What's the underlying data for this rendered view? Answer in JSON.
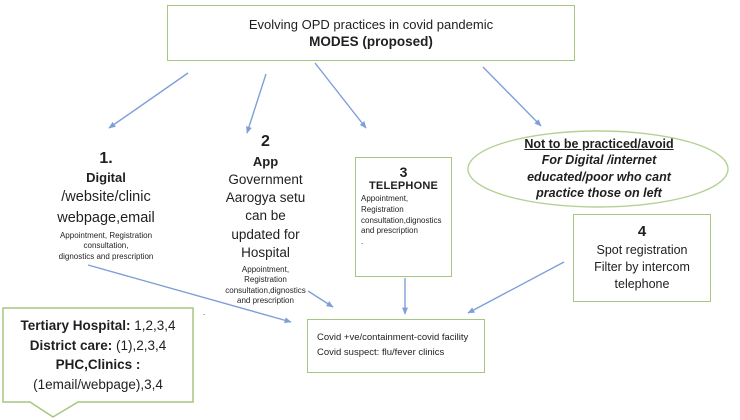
{
  "colors": {
    "green_border": "#a6c77f",
    "arrow_blue": "#7f9fd8",
    "text_dark": "#1f1f1f"
  },
  "title_box": {
    "line1": "Evolving OPD practices in covid pandemic",
    "line2": "MODES (proposed)"
  },
  "nodes": {
    "digital": {
      "number": "1.",
      "heading": "Digital",
      "body_lines": [
        "/website/clinic",
        "webpage,email"
      ],
      "detail_lines": [
        "Appointment, Registration",
        "consultation,",
        "dignostics and prescription"
      ]
    },
    "app": {
      "number": "2",
      "heading": "App",
      "body_lines": [
        "Government",
        "Aarogya setu",
        "can be",
        "updated for",
        "Hospital"
      ],
      "detail_lines": [
        "Appointment,",
        "Registration",
        "consultation,dignostics",
        "and prescription"
      ],
      "trailing_dot": "."
    },
    "telephone": {
      "number": "3",
      "heading": "TELEPHONE",
      "detail_lines": [
        "Appointment,",
        "Registration",
        "consultation,dignostics",
        "and prescription"
      ],
      "trailing_dot": "."
    },
    "spot": {
      "number": "4",
      "body_lines": [
        "Spot registration",
        "Filter by intercom",
        "telephone"
      ]
    }
  },
  "ellipse": {
    "heading": "Not to be practiced/avoid",
    "body_lines": [
      "For Digital /internet",
      "educated/poor who cant",
      "practice those on left"
    ]
  },
  "callout": {
    "lines": [
      {
        "bold": "Tertiary Hospital:",
        "rest": " 1,2,3,4"
      },
      {
        "bold": "District care:",
        "rest": " (1),2,3,4"
      },
      {
        "bold": "PHC,Clinics :",
        "rest": ""
      },
      {
        "bold": "",
        "rest": "(1email/webpage),3,4"
      }
    ]
  },
  "covid_box": {
    "lines": [
      "Covid +ve/containment-covid facility",
      "Covid suspect: flu/fever clinics"
    ]
  }
}
